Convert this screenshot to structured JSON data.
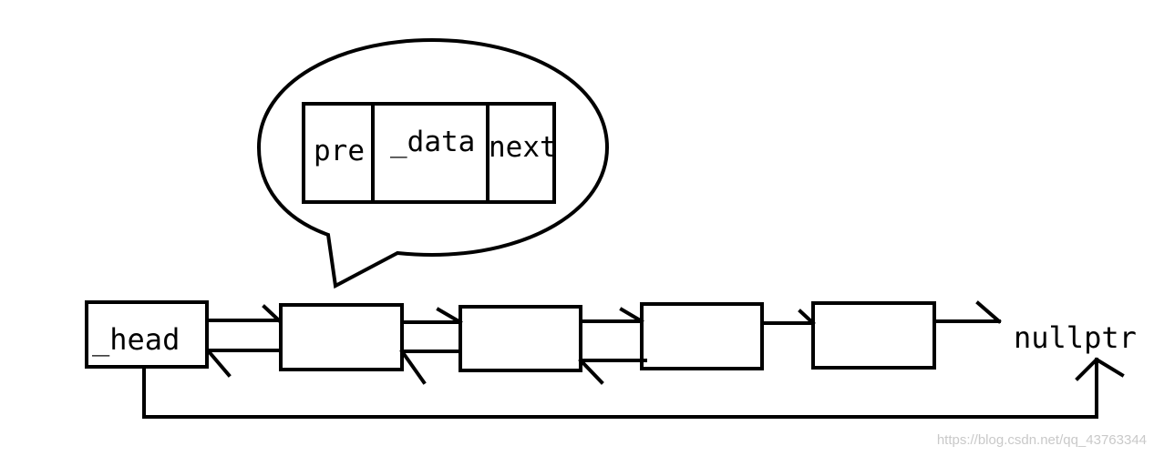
{
  "callout": {
    "fields": [
      "pre",
      "_data",
      "next"
    ]
  },
  "list": {
    "head_label": "_head",
    "nullptr_label": "nullptr",
    "node_count": 4
  },
  "watermark": "https://blog.csdn.net/qq_43763344"
}
